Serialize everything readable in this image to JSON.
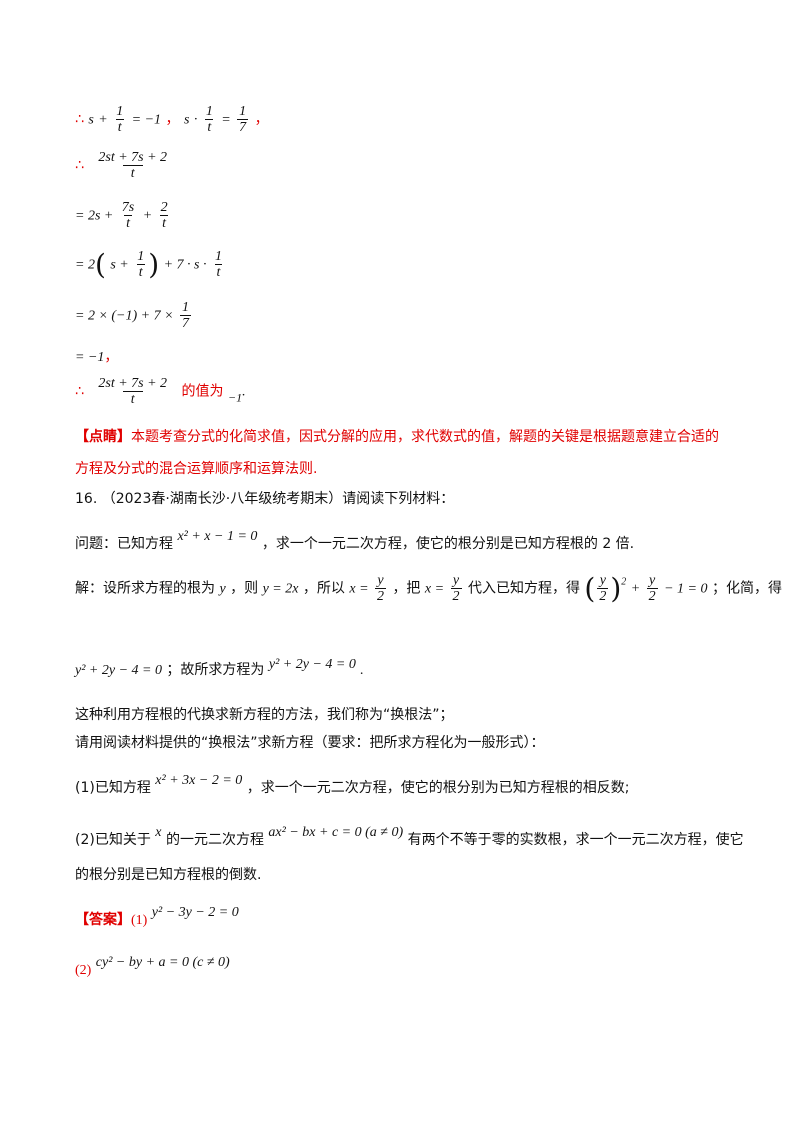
{
  "therefore": "∴",
  "comma_red": "，",
  "period_red": "。",
  "step_eq": "=",
  "line1": {
    "s": "s",
    "plus": "+",
    "one": "1",
    "t": "t",
    "eq_neg1": "= −1",
    "s2": "s",
    "dot": "·",
    "eq": "=",
    "one_seventh_num": "1",
    "one_seventh_den": "7"
  },
  "expr": {
    "num": "2st + 7s + 2",
    "den": "t"
  },
  "step1": {
    "prefix": "= 2s +",
    "a_num": "7s",
    "a_den": "t",
    "plus": "+",
    "b_num": "2",
    "b_den": "t"
  },
  "step2": {
    "prefix": "= 2",
    "inner_s": "s +",
    "inner_num": "1",
    "inner_den": "t",
    "mid": "+ 7 · s ·",
    "f_num": "1",
    "f_den": "t"
  },
  "step3": {
    "text": "= 2 × (−1) + 7 ×",
    "f_num": "1",
    "f_den": "7"
  },
  "step4": {
    "text": "= −1"
  },
  "conclusion": {
    "value_text": "的值为",
    "value": "−1",
    "end": "."
  },
  "comment": {
    "tag": "【点睛】",
    "line1": "本题考查分式的化简求值，因式分解的应用，求代数式的值，解题的关键是根据题意建立合适的",
    "line2": "方程及分式的混合运算顺序和运算法则."
  },
  "q16": {
    "number": "16.",
    "source": "（2023春·湖南长沙·八年级统考期末）请阅读下列材料：",
    "problem_prefix": "问题：已知方程",
    "problem_eq": "x² + x − 1 = 0",
    "problem_suffix": "，求一个一元二次方程，使它的根分别是已知方程根的 2 倍.",
    "sol_prefix": "解：设所求方程的根为",
    "sol_y": "y",
    "sol_then": "，则",
    "sol_y2x": "y = 2x",
    "sol_so": "，所以",
    "x_eq": "x =",
    "frac_y": "y",
    "frac_2": "2",
    "sol_put": "，把",
    "sol_sub": "代入已知方程，得",
    "sub_tail": "− 1 = 0",
    "sol_simplify": "；化简，得",
    "res_eq": "y² + 2y − 4 = 0",
    "res_mid": "；故所求方程为",
    "res_eq2": "y² + 2y − 4 = 0",
    "res_end": ".",
    "method": "这种利用方程根的代换求新方程的方法，我们称为“换根法”；",
    "task": "请用阅读材料提供的“换根法”求新方程（要求：把所求方程化为一般形式）：",
    "p1_prefix": "(1)已知方程",
    "p1_eq": "x² + 3x − 2 = 0",
    "p1_suffix": "，求一个一元二次方程，使它的根分别为已知方程根的相反数;",
    "p2_prefix": "(2)已知关于",
    "p2_x": "x",
    "p2_mid": "的一元二次方程",
    "p2_eq": "ax² − bx + c = 0 (a ≠ 0)",
    "p2_suffix": "有两个不等于零的实数根，求一个一元二次方程，使它",
    "p2_line2": "的根分别是已知方程根的倒数."
  },
  "answer": {
    "tag": "【答案】",
    "a1_label": "(1)",
    "a1_eq": "y² − 3y − 2 = 0",
    "a2_label": "(2)",
    "a2_eq": "cy² − by + a = 0 (c ≠ 0)"
  }
}
